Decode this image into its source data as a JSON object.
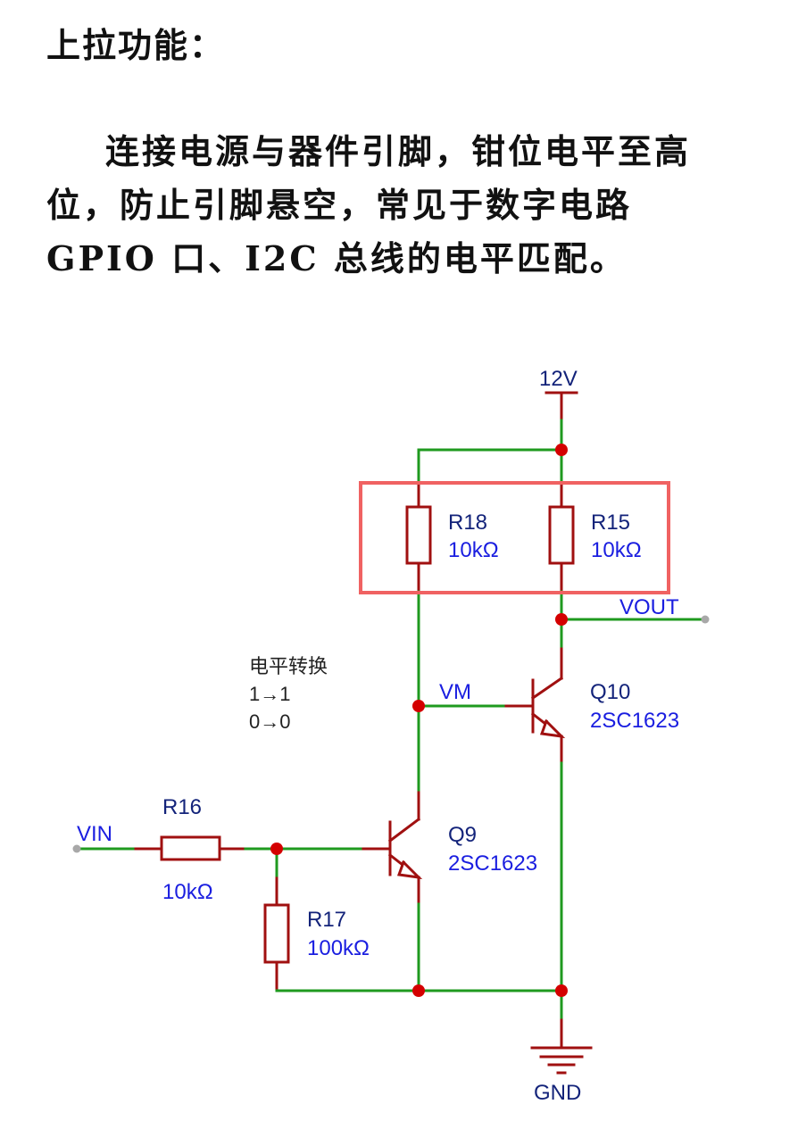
{
  "document": {
    "heading": "上拉功能：",
    "paragraph_lines": [
      "连接电源与器件引脚，钳位电平至高",
      "位，防止引脚悬空，常见于数字电路",
      "GPIO 口、I2C 总线的电平匹配。"
    ]
  },
  "schematic": {
    "power_label": "12V",
    "ground_label": "GND",
    "nets": {
      "vin": "VIN",
      "vout": "VOUT",
      "vm": "VM"
    },
    "resistors": [
      {
        "ref": "R18",
        "value": "10kΩ"
      },
      {
        "ref": "R15",
        "value": "10kΩ"
      },
      {
        "ref": "R16",
        "value": "10kΩ"
      },
      {
        "ref": "R17",
        "value": "100kΩ"
      }
    ],
    "transistors": [
      {
        "ref": "Q10",
        "part": "2SC1623"
      },
      {
        "ref": "Q9",
        "part": "2SC1623"
      }
    ],
    "note": {
      "title": "电平转换",
      "lines": [
        "1→1",
        "0→0"
      ]
    },
    "highlight": "pull-up resistors R18 & R15",
    "colors": {
      "wire": "#1f9a1f",
      "component": "#a01010",
      "junction": "#d40000",
      "highlight_box": "#f06262",
      "ref_text": "#13237a",
      "value_text": "#1a1ee0"
    }
  }
}
